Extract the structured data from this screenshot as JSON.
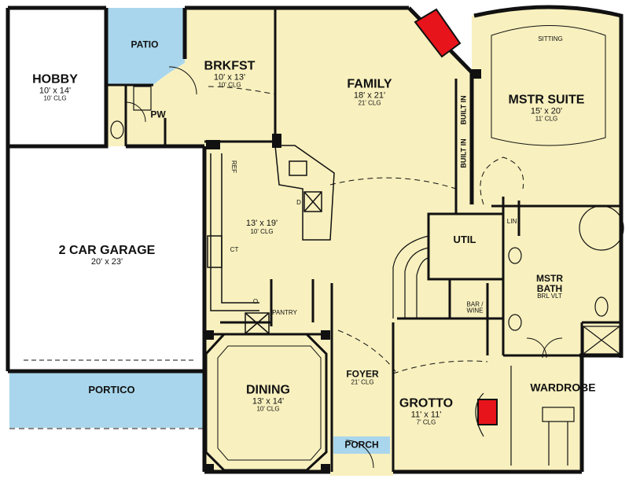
{
  "rooms": {
    "hobby": {
      "name": "HOBBY",
      "dim": "10' x 14'",
      "clg": "10' CLG"
    },
    "patio": {
      "name": "PATIO"
    },
    "brkfst": {
      "name": "BRKFST",
      "dim": "10' x 13'",
      "clg": "10' CLG"
    },
    "family": {
      "name": "FAMILY",
      "dim": "18' x 21'",
      "clg": "21' CLG"
    },
    "mstr_suite": {
      "name": "MSTR SUITE",
      "dim": "15' x 20'",
      "clg": "11' CLG",
      "sitting": "SITTING"
    },
    "pw": {
      "name": "PW"
    },
    "garage": {
      "name": "2 CAR GARAGE",
      "dim": "20' x 23'"
    },
    "kitchen": {
      "dim": "13' x 19'",
      "clg": "10' CLG"
    },
    "util": {
      "name": "UTIL"
    },
    "mstr_bath": {
      "name1": "MSTR",
      "name2": "BATH",
      "sub": "BRL VLT"
    },
    "pantry": {
      "name": "PANTRY"
    },
    "bar": {
      "line1": "BAR /",
      "line2": "WINE"
    },
    "dining": {
      "name": "DINING",
      "dim": "13' x 14'",
      "clg": "10' CLG"
    },
    "foyer": {
      "name": "FOYER",
      "clg": "21' CLG"
    },
    "grotto": {
      "name": "GROTTO",
      "dim": "11' x 11'",
      "clg": "7' CLG"
    },
    "wardrobe": {
      "name": "WARDROBE"
    },
    "portico": {
      "name": "PORTICO"
    },
    "porch": {
      "name": "PORCH"
    }
  },
  "fixtures": {
    "built_in_1": "BUILT IN",
    "built_in_2": "BUILT IN",
    "ref": "REF",
    "ct": "CT",
    "d": "D",
    "o": "O",
    "lin": "LIN"
  },
  "colors": {
    "wall": "#111111",
    "room_fill": "#f8f0be",
    "outdoor_fill": "#a9d6ec",
    "white_fill": "#ffffff",
    "fireplace": "#e8141b"
  }
}
